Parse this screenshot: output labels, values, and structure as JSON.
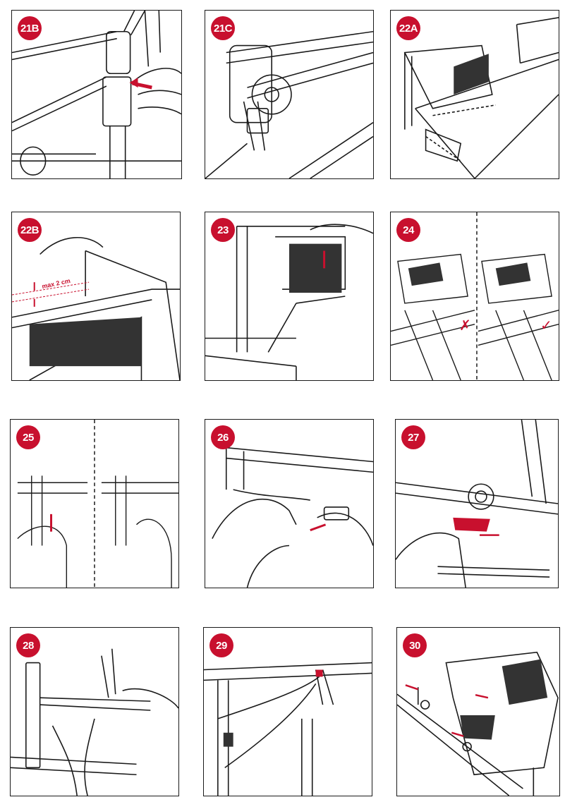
{
  "panels": [
    {
      "label": "21B"
    },
    {
      "label": "21C"
    },
    {
      "label": "22A"
    },
    {
      "label": "22B",
      "note": "max 2 cm"
    },
    {
      "label": "23"
    },
    {
      "label": "24",
      "marks": {
        "wrong": "✗",
        "right": "✓"
      }
    },
    {
      "label": "25"
    },
    {
      "label": "26"
    },
    {
      "label": "27"
    },
    {
      "label": "28"
    },
    {
      "label": "29"
    },
    {
      "label": "30"
    }
  ],
  "colors": {
    "accent": "#c8102e",
    "line": "#1a1a1a",
    "mesh": "#333333"
  }
}
